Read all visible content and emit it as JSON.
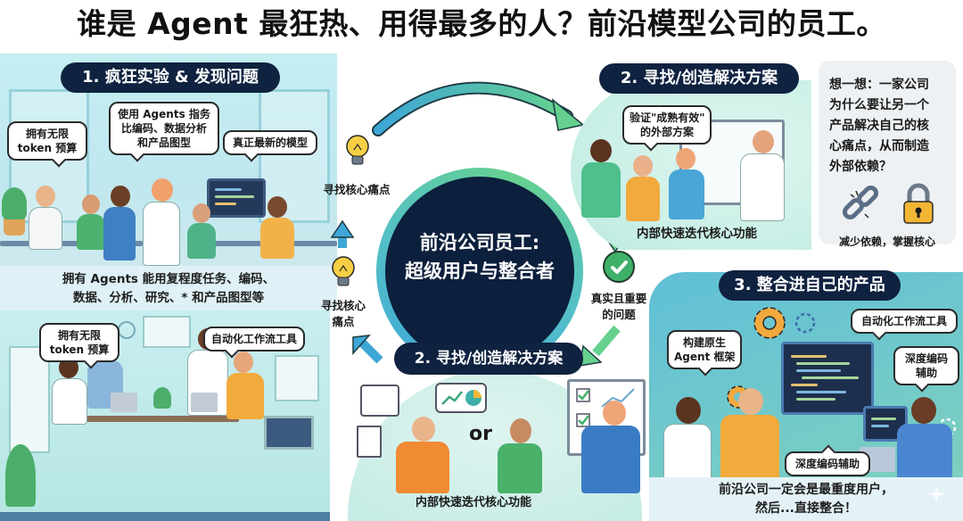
{
  "title": "谁是 Agent 最狂热、用得最多的人？前沿模型公司的员工。",
  "center": {
    "line1": "前沿公司员工:",
    "line2": "超级用户与整合者"
  },
  "section1": {
    "heading": "1. 疯狂实验 & 发现问题",
    "bubbles": [
      "拥有无限\ntoken 预算",
      "使用 Agents 指务\n比编码、数据分析\n和产品图型",
      "真正最新的模型"
    ],
    "caption_line1": "拥有 Agents 能用复程度任务、编码、",
    "caption_line2": "数据、分析、研究、* 和产品图型等",
    "lower_bubbles": [
      "拥有无限\ntoken 预算",
      "自动化工作流工具"
    ]
  },
  "cycle_labels": {
    "pain_point_top": "寻找核心痛点",
    "pain_point_bottom_line1": "寻找核心",
    "pain_point_bottom_line2": "痛点",
    "check_line1": "真实且重要",
    "check_line2": "的问题"
  },
  "section2": {
    "heading": "2. 寻找/创造解决方案",
    "bubble_line1": "验证\"成熟有效\"",
    "bubble_line2": "的外部方案",
    "arrow_label": "内部快速迭代核心功能"
  },
  "section2_bottom": {
    "heading": "2. 寻找/创造解决方案",
    "or_label": "or",
    "label": "内部快速迭代核心功能"
  },
  "think_box": {
    "line1": "想一想：一家公司",
    "line2": "为什么要让另一个",
    "line3": "产品解决自己的核",
    "line4": "心痛点，从而制造",
    "line5": "外部依赖？",
    "footer": "减少依赖，掌握核心",
    "icons": [
      "broken-chain-icon",
      "padlock-icon"
    ]
  },
  "section3": {
    "heading": "3. 整合进自己的产品",
    "bubbles": {
      "framework_line1": "构建原生",
      "framework_line2": "Agent 框架",
      "workflow": "自动化工作流工具",
      "coding_line1": "深度编码",
      "coding_line2": "辅助",
      "coding_bottom": "深度编码辅助"
    },
    "caption_line1": "前沿公司一定会是最重度用户，",
    "caption_line2": "然后...直接整合！"
  },
  "colors": {
    "pill_bg": "#0f2240",
    "center_bg": "#0c1f3c",
    "arrow_blue": "#3ea6d6",
    "arrow_green": "#66d18f",
    "check_green": "#3fb06a",
    "panel_teal": "#c5eef3",
    "panel3_teal": "#5fbfd6"
  }
}
